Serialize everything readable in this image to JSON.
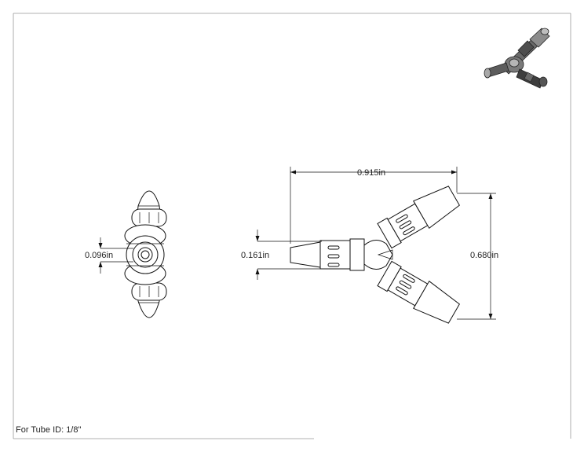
{
  "drawing": {
    "caption": "For Tube ID: 1/8\"",
    "dimensions": {
      "overall_length": "0.915in",
      "overall_height": "0.680in",
      "outer_diameter": "0.161in",
      "inner_diameter": "0.096in"
    }
  }
}
